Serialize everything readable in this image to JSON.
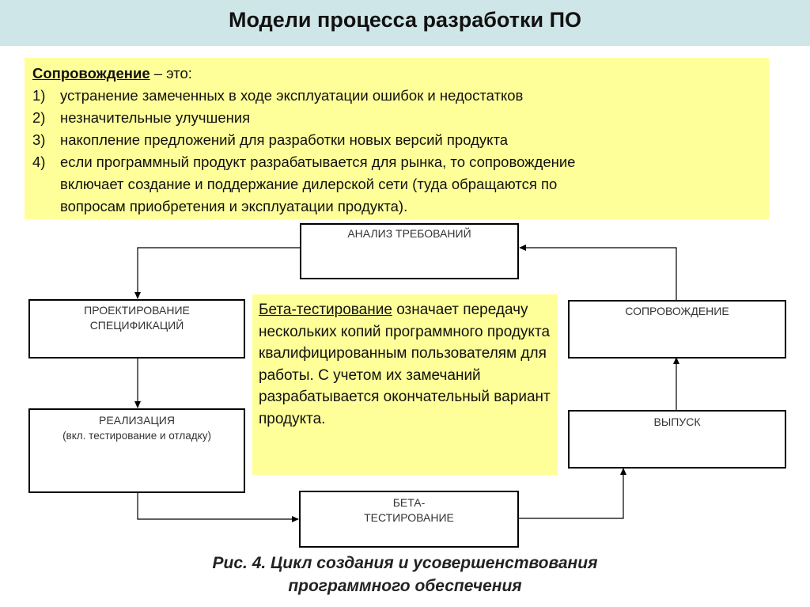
{
  "title": "Модели процесса разработки ПО",
  "definition": {
    "term": "Сопровождение",
    "intro_rest": " – это:",
    "items": [
      {
        "num": "1)",
        "text": "устранение замеченных в ходе эксплуатации ошибок и недостатков"
      },
      {
        "num": "2)",
        "text": "незначительные улучшения"
      },
      {
        "num": "3)",
        "text": "накопление предложений для разработки новых версий продукта"
      },
      {
        "num": "4)",
        "text": "если программный продукт разрабатывается для рынка, то сопровождение"
      }
    ],
    "continuation": [
      "включает создание и поддержание дилерской сети (туда обращаются по",
      "вопросам приобретения и эксплуатации продукта)."
    ]
  },
  "boxes": {
    "analysis": "АНАЛИЗ ТРЕБОВАНИЙ",
    "design_line1": "ПРОЕКТИРОВАНИЕ",
    "design_line2": "СПЕЦИФИКАЦИЙ",
    "implementation_line1": "РЕАЛИЗАЦИЯ",
    "implementation_line2": "(вкл. тестирование и отладку)",
    "beta_line1": "БЕТА-",
    "beta_line2": "ТЕСТИРОВАНИЕ",
    "release": "ВЫПУСК",
    "maintenance": "СОПРОВОЖДЕНИЕ"
  },
  "beta_note": {
    "term": "Бета-тестирование",
    "text": " означает передачу нескольких копий программного продукта квалифицированным пользователям для работы. С учетом их замечаний разрабатывается окончательный вариант продукта."
  },
  "caption": {
    "line1": "Рис. 4. Цикл создания и усовершенствования",
    "line2": "программного обеспечения"
  }
}
